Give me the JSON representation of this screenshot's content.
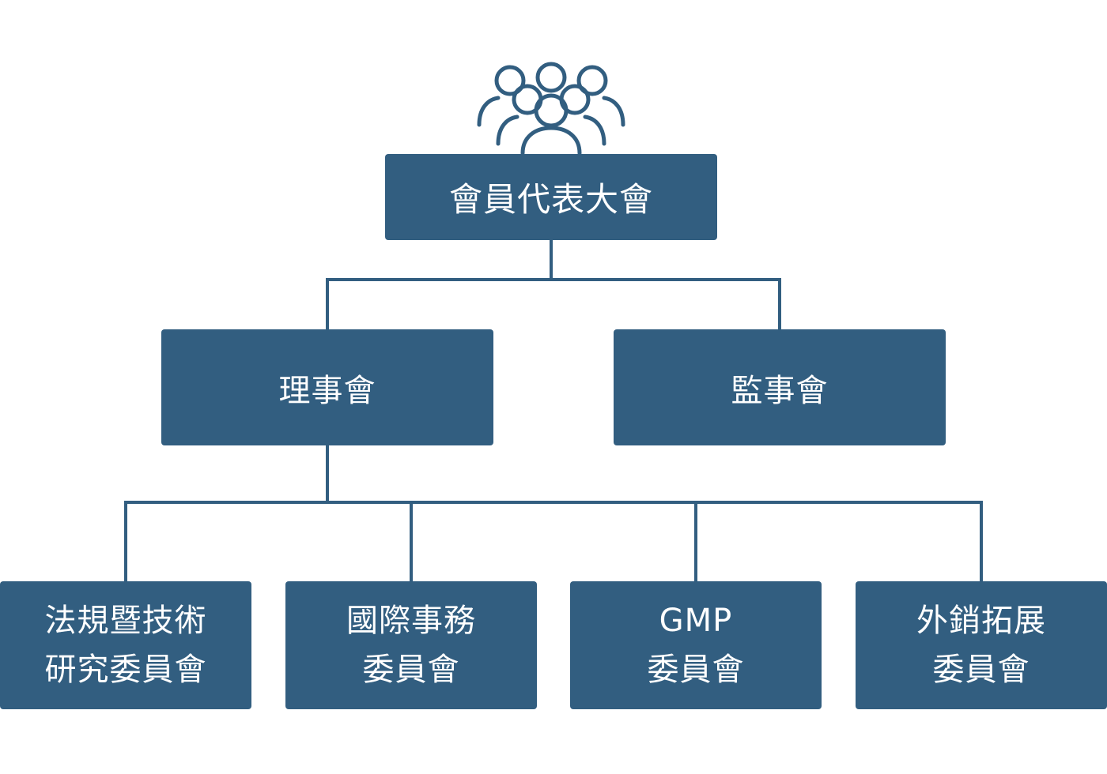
{
  "colors": {
    "box_fill": "#325e80",
    "connector": "#325e80",
    "text": "#ffffff",
    "background": "#ffffff"
  },
  "icon": "group-people-icon",
  "top": {
    "label": "會員代表大會"
  },
  "level2": {
    "board": "理事會",
    "supervisors": "監事會"
  },
  "committees": [
    {
      "line1": "法規暨技術",
      "line2": "研究委員會"
    },
    {
      "line1": "國際事務",
      "line2": "委員會"
    },
    {
      "line1": "GMP",
      "line2": "委員會"
    },
    {
      "line1": "外銷拓展",
      "line2": "委員會"
    }
  ]
}
